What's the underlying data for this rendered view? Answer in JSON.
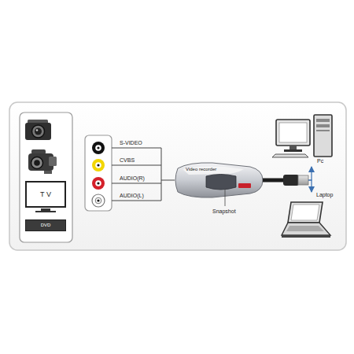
{
  "diagram": {
    "nodes": [
      {
        "text": [
          "T V"
        ]
      },
      {
        "text": [
          "DVD"
        ]
      },
      {
        "text": [
          "Video recorder"
        ]
      },
      {
        "text": [
          "Pc"
        ]
      },
      {
        "text": [
          "Laptop"
        ]
      }
    ],
    "edges": [
      {
        "from": 2,
        "to": 3,
        "arrow": "to"
      },
      {
        "from": 2,
        "to": 4,
        "arrow": "to"
      }
    ],
    "labels": [
      "S-VIDEO",
      "CVBS",
      "AUDIO(R)",
      "AUDIO(L)",
      "Snapshot"
    ]
  }
}
